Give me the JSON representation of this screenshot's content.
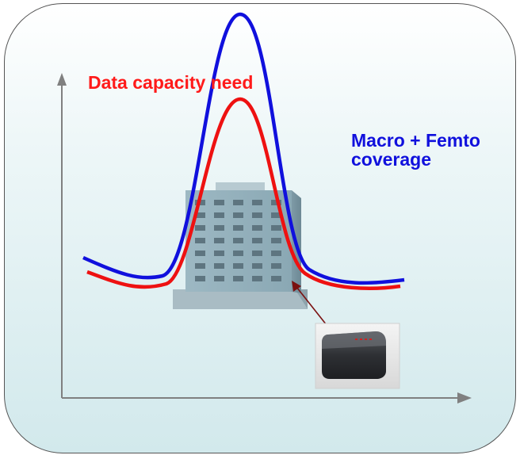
{
  "labels": {
    "capacity": "Data capacity need",
    "coverage_line1": "Macro + Femto",
    "coverage_line2": "coverage"
  },
  "colors": {
    "capacity_curve": "#ee1111",
    "coverage_curve": "#1010dd",
    "axis": "#808080",
    "pointer_arrow": "#7a1010",
    "building": "#8aa8b4",
    "panel_gradient_bottom": "#d2e9ec"
  },
  "icons": {
    "building": "office-building-icon",
    "device": "femtocell-device-icon"
  }
}
